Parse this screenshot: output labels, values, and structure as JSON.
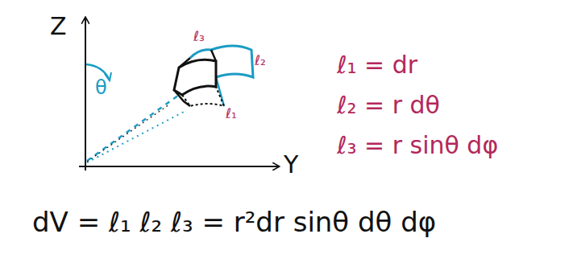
{
  "diagram": {
    "labels": [
      "Z",
      "Y",
      "θ",
      "ℓ₃",
      "ℓ₂",
      "ℓ₁",
      "ℓ₁ = dr",
      "ℓ₂ = r dθ",
      "ℓ₃ = r sinθ dφ",
      "dV = ℓ₁ ℓ₂ ℓ₃ = r²dr sinθ dθ dφ"
    ]
  }
}
